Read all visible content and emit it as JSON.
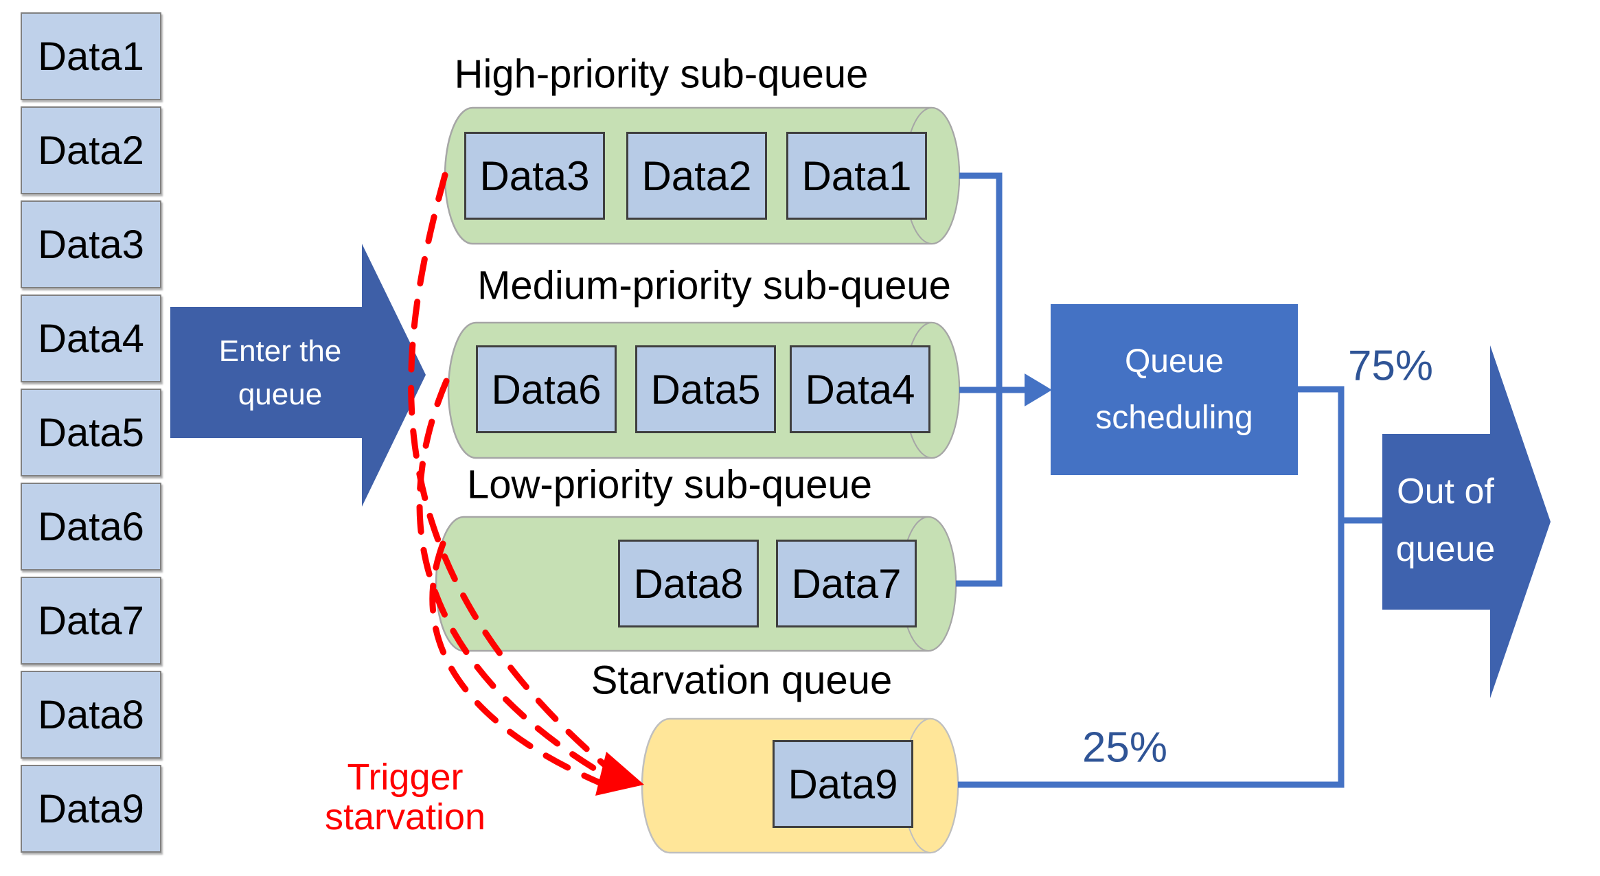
{
  "colors": {
    "input_box_fill": "#BFD1EA",
    "queue_box_fill": "#B7CBE6",
    "subqueue_fill": "#C6E0B4",
    "starvation_fill": "#FFE699",
    "enter_arrow_fill": "#3E5FA7",
    "out_arrow_fill": "#3E62AE",
    "scheduler_fill": "#4472C4",
    "connector_stroke": "#4472C4",
    "percent_text": "#2F5496",
    "trigger_red": "#FF0000"
  },
  "input_queue": {
    "items": [
      "Data1",
      "Data2",
      "Data3",
      "Data4",
      "Data5",
      "Data6",
      "Data7",
      "Data8",
      "Data9"
    ]
  },
  "enter_arrow": {
    "label_line1": "Enter the",
    "label_line2": "queue"
  },
  "sub_queues": [
    {
      "title": "High-priority sub-queue",
      "items": [
        "Data3",
        "Data2",
        "Data1"
      ]
    },
    {
      "title": "Medium-priority sub-queue",
      "items": [
        "Data6",
        "Data5",
        "Data4"
      ]
    },
    {
      "title": "Low-priority sub-queue",
      "items": [
        "Data8",
        "Data7"
      ]
    }
  ],
  "starvation_queue": {
    "title": "Starvation queue",
    "items": [
      "Data9"
    ]
  },
  "scheduler": {
    "label_line1": "Queue",
    "label_line2": "scheduling"
  },
  "percent_high": "75%",
  "percent_starvation": "25%",
  "out_arrow": {
    "label_line1": "Out of",
    "label_line2": "queue"
  },
  "trigger": {
    "label_line1": "Trigger",
    "label_line2": "starvation"
  }
}
